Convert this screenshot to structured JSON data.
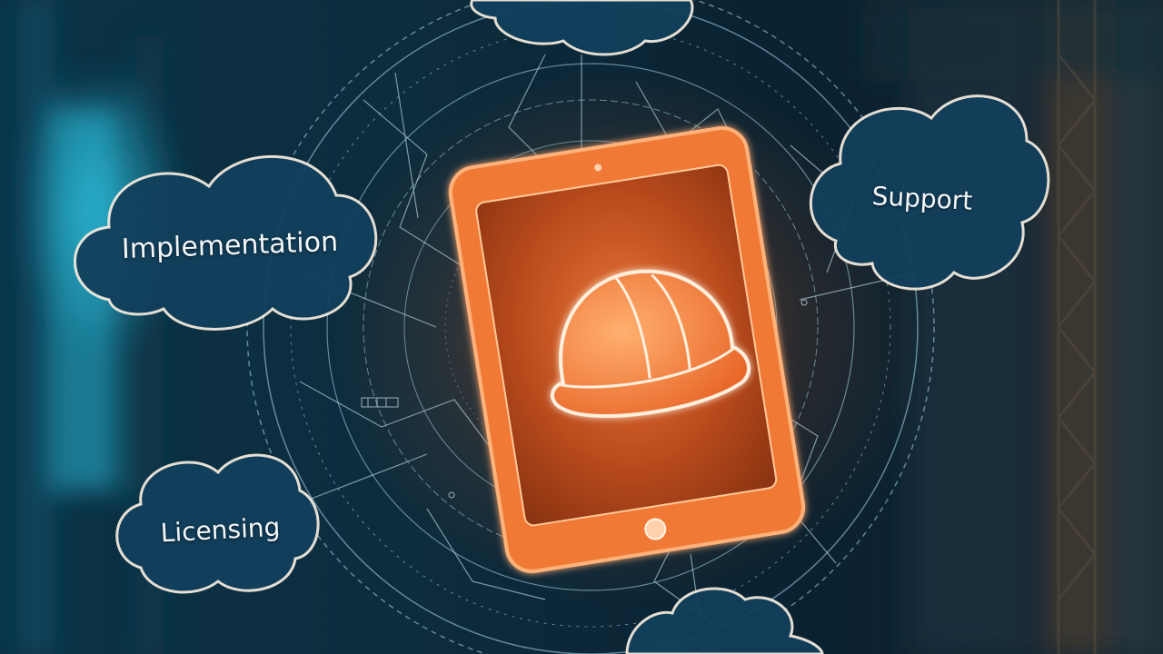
{
  "cloud_labels": {
    "implementation": "Implementation",
    "support": "Support",
    "licensing": "Licensing"
  },
  "colors": {
    "background_dark": "#0b2433",
    "cyan_glow": "#1fa9c9",
    "cloud_fill": "#12405c",
    "cloud_outline": "#f1e8dc",
    "tablet_orange": "#f07a34",
    "screen_orange": "#c8521e",
    "helmet_glow": "#f7a25c"
  },
  "icons": [
    "hard-hat-icon",
    "tablet-device",
    "blueprint-circle"
  ]
}
